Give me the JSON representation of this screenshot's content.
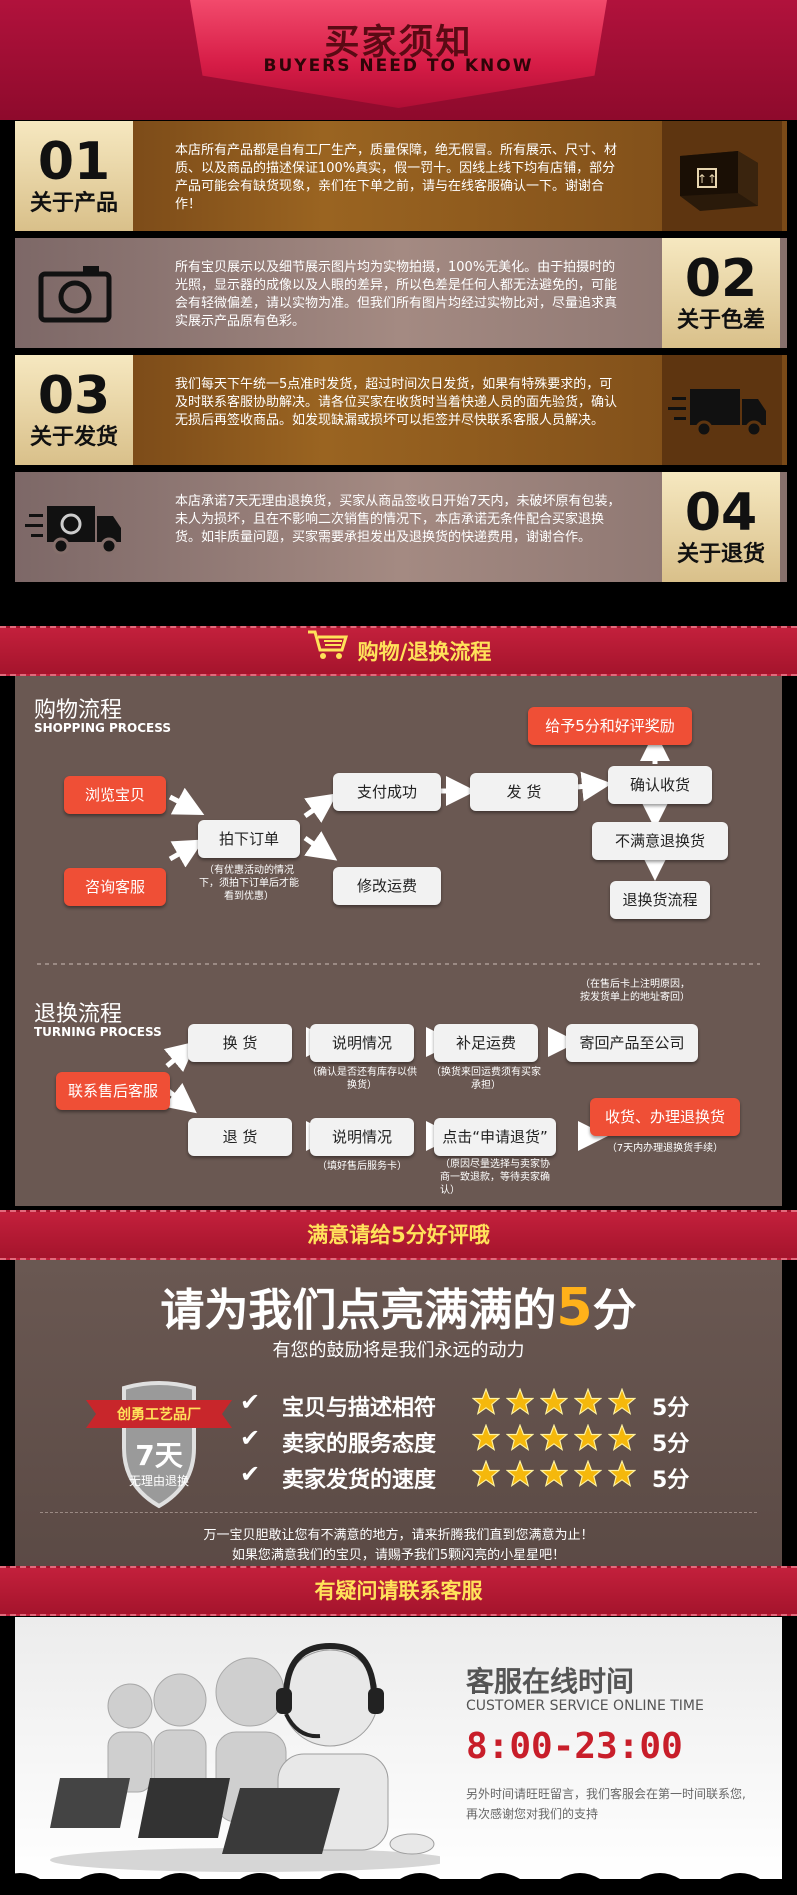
{
  "header": {
    "title": "买家须知",
    "subtitle": "BUYERS NEED TO KNOW"
  },
  "notices": [
    {
      "num": "01",
      "label": "关于产品",
      "text": "本店所有产品都是自有工厂生产，质量保障，绝无假冒。所有展示、尺寸、材质、以及商品的描述保证100%真实，假一罚十。因线上线下均有店铺，部分产品可能会有缺货现象，亲们在下单之前，请与在线客服确认一下。谢谢合作！",
      "icon": "package-icon"
    },
    {
      "num": "02",
      "label": "关于色差",
      "text": "所有宝贝展示以及细节展示图片均为实物拍摄，100%无美化。由于拍摄时的光照，显示器的成像以及人眼的差异，所以色差是任何人都无法避免的，可能会有轻微偏差，请以实物为准。但我们所有图片均经过实物比对，尽量追求真实展示产品原有色彩。",
      "icon": "camera-icon"
    },
    {
      "num": "03",
      "label": "关于发货",
      "text": "我们每天下午统一5点准时发货，超过时间次日发货，如果有特殊要求的，可及时联系客服协助解决。请各位买家在收货时当着快递人员的面先验货，确认无损后再签收商品。如发现缺漏或损坏可以拒签并尽快联系客服人员解决。",
      "icon": "truck-icon"
    },
    {
      "num": "04",
      "label": "关于退货",
      "text": "本店承诺7天无理由退换货，买家从商品签收日开始7天内，未破坏原有包装，未人为损坏，且在不影响二次销售的情况下，本店承诺无条件配合买家退换货。如非质量问题，买家需要承担发出及退换货的快递费用，谢谢合作。",
      "icon": "return-truck-icon"
    }
  ],
  "flow_banner": "购物/退换流程",
  "shopping": {
    "title": "购物流程",
    "subtitle": "SHOPPING PROCESS",
    "browse": "浏览宝贝",
    "consult": "咨询客服",
    "order": "拍下订单",
    "order_note": "（有优惠活动的情况下，须拍下订单后才能看到优惠）",
    "paid": "支付成功",
    "ship": "发 货",
    "modify": "修改运费",
    "reward": "给予5分和好评奖励",
    "confirm": "确认收货",
    "unsatisfied": "不满意退换货",
    "return_flow": "退换货流程"
  },
  "returns": {
    "title": "退换流程",
    "subtitle": "TURNING PROCESS",
    "contact": "联系售后客服",
    "exchange": "换 货",
    "explain1": "说明情况",
    "explain1_note": "（确认是否还有库存以供换货）",
    "pay_extra": "补足运费",
    "pay_extra_note": "（换货来回运费须有买家承担）",
    "send_back": "寄回产品至公司",
    "send_back_note": "（在售后卡上注明原因，按发货单上的地址寄回）",
    "refund": "退 货",
    "explain2": "说明情况",
    "explain2_note": "（填好售后服务卡）",
    "apply": "点击“申请退货”",
    "apply_note": "（原因尽量选择与卖家协商一致退款，等待卖家确认）",
    "receive": "收货、办理退换货",
    "receive_note": "（7天内办理退换货手续）"
  },
  "rating_banner": "满意请给5分好评哦",
  "rating": {
    "headline_pre": "请为我们点亮满满的",
    "headline_num": "5",
    "headline_post": "分",
    "subline": "有您的鼓励将是我们永远的动力",
    "badge_top": "创勇工艺品厂",
    "badge_days": "7天",
    "badge_bottom": "无理由退换",
    "items": [
      {
        "label": "宝贝与描述相符",
        "score": "5分"
      },
      {
        "label": "卖家的服务态度",
        "score": "5分"
      },
      {
        "label": "卖家发货的速度",
        "score": "5分"
      }
    ],
    "footer1": "万一宝贝胆敢让您有不满意的地方，请来折腾我们直到您满意为止！",
    "footer2": "如果您满意我们的宝贝，请赐予我们5颗闪亮的小星星吧！"
  },
  "contact_banner": "有疑问请联系客服",
  "service": {
    "title": "客服在线时间",
    "subtitle": "CUSTOMER SERVICE ONLINE TIME",
    "hours": "8:00-23:00",
    "note": "另外时间请旺旺留言，我们客服会在第一时间联系您,再次感谢您对我们的支持"
  },
  "colors": {
    "accent_red": "#c3203c",
    "highlight_yellow": "#ffe25a",
    "flow_red": "#ef4f36",
    "hours_red": "#c81e2a"
  }
}
